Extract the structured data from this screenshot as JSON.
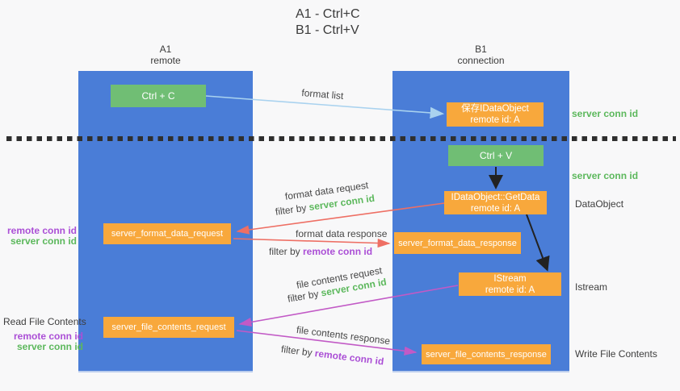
{
  "title": {
    "line1": "A1 - Ctrl+C",
    "line2": "B1 - Ctrl+V"
  },
  "lanes": {
    "left": {
      "title": "A1",
      "subtitle": "remote"
    },
    "right": {
      "title": "B1",
      "subtitle": "connection"
    }
  },
  "nodes": {
    "ctrl_c": {
      "label": "Ctrl + C"
    },
    "save_idataobject": {
      "line1": "保存IDataObject",
      "line2": "remote id: A"
    },
    "ctrl_v": {
      "label": "Ctrl + V"
    },
    "getdata": {
      "line1": "IDataObject::GetData",
      "line2": "remote id: A"
    },
    "server_format_data_request": {
      "label": "server_format_data_request"
    },
    "server_format_data_response": {
      "label": "server_format_data_response"
    },
    "istream": {
      "line1": "IStream",
      "line2": "remote id: A"
    },
    "server_file_contents_request": {
      "label": "server_file_contents_request"
    },
    "server_file_contents_response": {
      "label": "server_file_contents_response"
    }
  },
  "edges": {
    "format_list": {
      "label": "format list"
    },
    "format_data_request": {
      "label": "format data request",
      "filter_prefix": "filter by ",
      "filter_key": "server conn id"
    },
    "format_data_response": {
      "label": "format data response",
      "filter_prefix": "filter by ",
      "filter_key": "remote conn id"
    },
    "file_contents_request": {
      "label": "file contents request",
      "filter_prefix": "filter by ",
      "filter_key": "server conn id"
    },
    "file_contents_response": {
      "label": "file contents response",
      "filter_prefix": "filter by ",
      "filter_key": "remote conn id"
    }
  },
  "side_labels": {
    "right_server_conn_id_1": "server conn id",
    "right_server_conn_id_2": "server conn id",
    "dataobject": "DataObject",
    "istream": "Istream",
    "write_file_contents": "Write File Contents",
    "left_remote_conn_id_1": "remote conn id",
    "left_server_conn_id_1": "server conn id",
    "read_file_contents": "Read File Contents",
    "left_remote_conn_id_2": "remote conn id",
    "left_server_conn_id_2": "server conn id"
  },
  "colors": {
    "lane_blue": "#4a7dd7",
    "node_green": "#70be74",
    "node_orange": "#f8a83c",
    "text_green": "#5cb85c",
    "text_purple": "#ab4fd6",
    "arrow_red": "#ee6f64",
    "arrow_magenta": "#c25ac6",
    "arrow_lightblue": "#a9d2ef",
    "arrow_black": "#222222",
    "separator": "#2f2f2f"
  }
}
